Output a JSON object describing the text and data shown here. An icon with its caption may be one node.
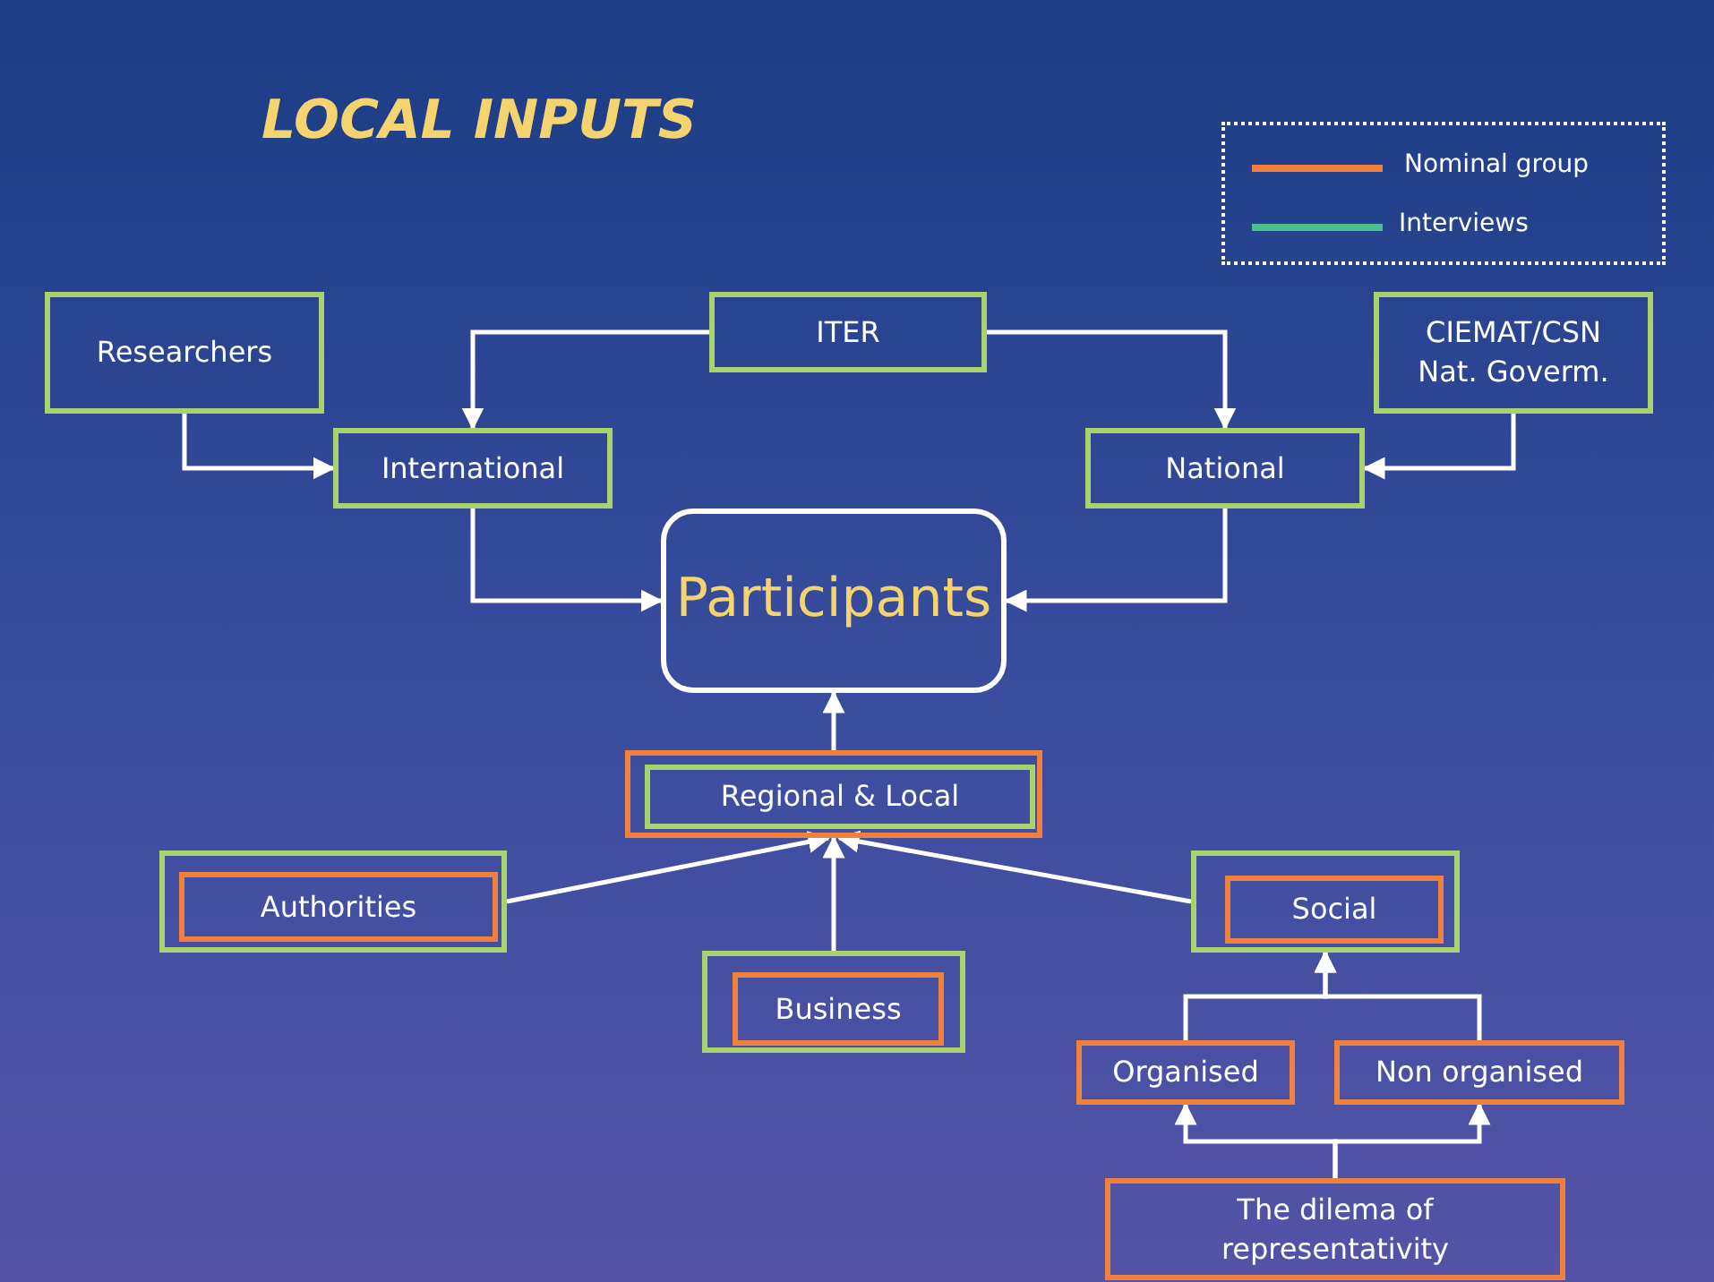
{
  "diagram": {
    "title": "LOCAL INPUTS",
    "nodes": [
      {
        "text": [
          "Researchers"
        ]
      },
      {
        "text": [
          "ITER"
        ]
      },
      {
        "text": [
          "CIEMAT/CSN Nat. Goverm."
        ]
      },
      {
        "text": [
          "International"
        ]
      },
      {
        "text": [
          "National"
        ]
      },
      {
        "text": [
          "Participants"
        ]
      },
      {
        "text": [],
        "shape": "box"
      },
      {
        "text": [
          "Regional & Local"
        ],
        "in": 6
      },
      {
        "text": [],
        "shape": "box"
      },
      {
        "text": [
          "Authorities"
        ],
        "in": 8
      },
      {
        "text": [],
        "shape": "box"
      },
      {
        "text": [
          "Social"
        ],
        "in": 10
      },
      {
        "text": [],
        "shape": "box"
      },
      {
        "text": [
          "Business"
        ],
        "in": 12
      },
      {
        "text": [
          "Organised"
        ]
      },
      {
        "text": [
          "Non organised"
        ]
      },
      {
        "text": [
          "The dilema of representativity"
        ]
      }
    ],
    "edges": [
      {
        "from": 0,
        "to": 3,
        "arrow": "to"
      },
      {
        "from": 1,
        "to": 3,
        "arrow": "to"
      },
      {
        "from": 1,
        "to": 4,
        "arrow": "to"
      },
      {
        "from": 2,
        "to": 4,
        "arrow": "to"
      },
      {
        "from": 3,
        "to": 5,
        "arrow": "to"
      },
      {
        "from": 4,
        "to": 5,
        "arrow": "to"
      },
      {
        "from": 6,
        "to": 5,
        "arrow": "to"
      },
      {
        "from": 8,
        "to": 6,
        "arrow": "to"
      },
      {
        "from": 12,
        "to": 6,
        "arrow": "to"
      },
      {
        "from": 10,
        "to": 6,
        "arrow": "to"
      },
      {
        "from": 14,
        "to": 10,
        "arrow": "to"
      },
      {
        "from": 15,
        "to": 10,
        "arrow": "to"
      },
      {
        "from": 16,
        "to": 14,
        "arrow": "to"
      },
      {
        "from": 16,
        "to": 15,
        "arrow": "to"
      }
    ],
    "legend": [
      {
        "text": "Nominal group",
        "color": "#f0803c"
      },
      {
        "text": "Interviews",
        "color": "#4cbf8f"
      }
    ]
  }
}
